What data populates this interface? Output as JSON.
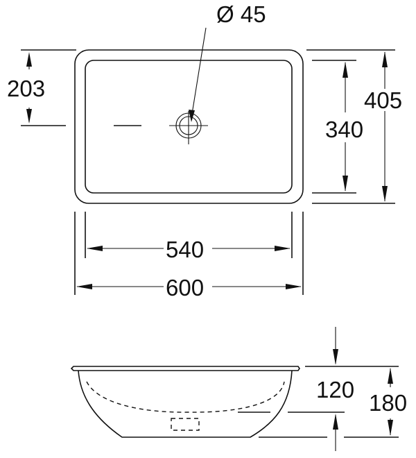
{
  "drawing": {
    "title": "Undercounter washbasin dimensions",
    "top_view": {
      "drain_diameter_label": "Ø 45",
      "drain_offset_label": "203",
      "inner_depth_label": "340",
      "outer_depth_label": "405",
      "inner_width_label": "540",
      "outer_width_label": "600"
    },
    "side_view": {
      "bowl_height_label": "120",
      "total_height_label": "180"
    }
  }
}
